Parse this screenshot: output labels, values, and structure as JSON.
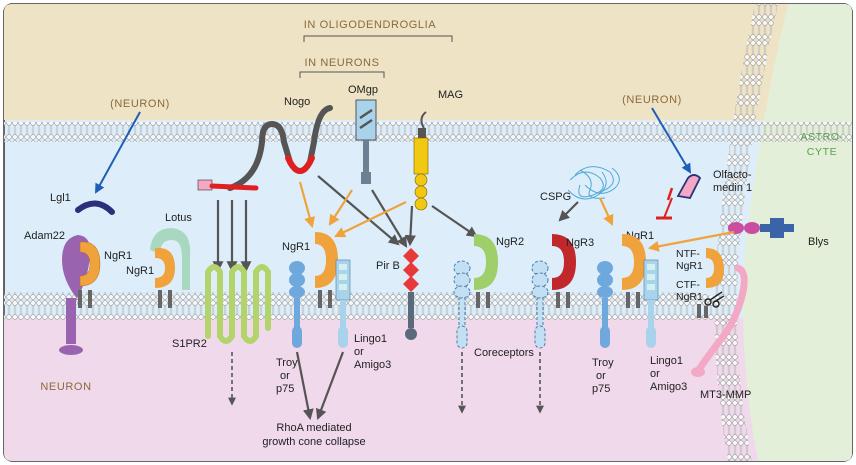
{
  "header": {
    "oligo_label": "IN OLIGODENDROGLIA",
    "neurons_label": "IN NEURONS"
  },
  "regions": {
    "neuron_left": "(NEURON)",
    "neuron_right": "(NEURON)",
    "neuron_bottom": "NEURON",
    "astrocyte_line1": "ASTRO-",
    "astrocyte_line2": "CYTE"
  },
  "ligands": {
    "nogo": "Nogo",
    "omgp": "OMgp",
    "mag": "MAG",
    "lgl1": "Lgl1",
    "cspg": "CSPG",
    "olfactomedin_line1": "Olfacto-",
    "olfactomedin_line2": "medin 1",
    "blys": "Blys"
  },
  "receptors": {
    "adam22": "Adam22",
    "ngr1_a": "NgR1",
    "lotus": "Lotus",
    "ngr1_b": "NgR1",
    "s1pr2": "S1PR2",
    "ngr1_c": "NgR1",
    "troy_c_1": "Troy",
    "troy_c_2": "or",
    "troy_c_3": "p75",
    "lingo_c_1": "Lingo1",
    "lingo_c_2": "or",
    "lingo_c_3": "Amigo3",
    "pirb": "Pir B",
    "ngr2": "NgR2",
    "coreceptors": "Coreceptors",
    "ngr3": "NgR3",
    "ngr1_d": "NgR1",
    "troy_d_1": "Troy",
    "troy_d_2": "or",
    "troy_d_3": "p75",
    "lingo_d_1": "Lingo1",
    "lingo_d_2": "or",
    "lingo_d_3": "Amigo3",
    "ntf_line1": "NTF-",
    "ntf_line2": "NgR1",
    "ctf_line1": "CTF-",
    "ctf_line2": "NgR1",
    "mt3mmp": "MT3-MMP"
  },
  "outcome": {
    "line1": "RhoA mediated",
    "line2": "growth cone collapse"
  },
  "colors": {
    "oligo_bg": "#efe3c6",
    "ecm_bg": "#ddeefa",
    "neuron_bg": "#f0d9ea",
    "astro_bg": "#e3efd9",
    "ngr": "#f0a23c",
    "troy": "#6fa8dc",
    "lingo": "#a9d3ea",
    "s1pr2": "#b2d46a",
    "nogo_red": "#e02020",
    "mag": "#f2c811",
    "ngr3": "#c0282b",
    "ngr2": "#9fcf6a",
    "adam22": "#9a63b0",
    "lgl1": "#2c2f7a",
    "lotus": "#a9d8c1",
    "blys": "#c94ea0",
    "mt3mmp": "#f3a8c6",
    "pirb": "#e8393a",
    "orange_arrow": "#f0a23c",
    "blue_arrow": "#1f5fb5",
    "gray_arrow": "#555555"
  }
}
